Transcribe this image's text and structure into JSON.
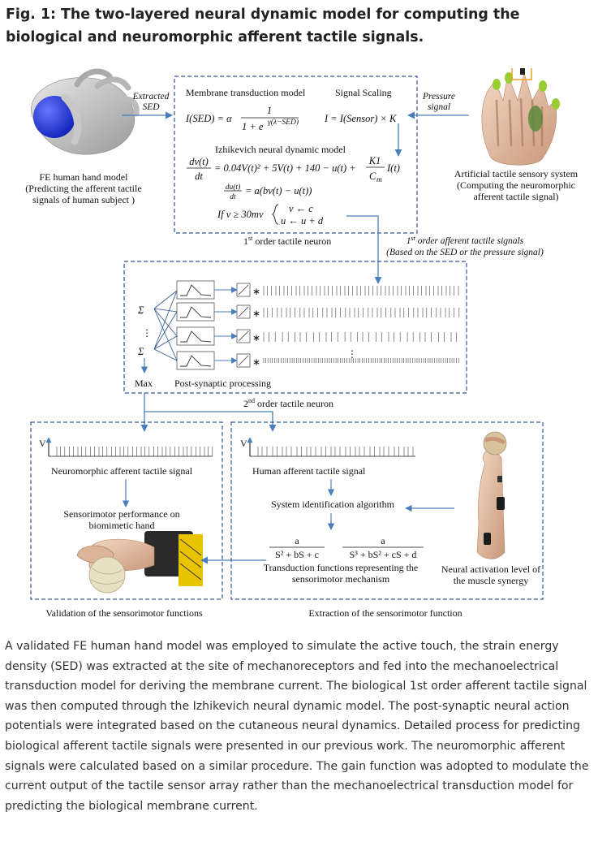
{
  "caption": {
    "title": "Fig. 1: The two-layered neural dynamic model for computing the biological and neuromorphic afferent tactile signals."
  },
  "figure": {
    "left_panel": {
      "label_lines": [
        "FE human hand model",
        "(Predicting the afferent tactile",
        "signals of human subject )"
      ],
      "arrow_label_lines": [
        "Extracted",
        "SED"
      ]
    },
    "first_order": {
      "membrane_title": "Membrane transduction model",
      "scaling_title": "Signal Scaling",
      "membrane_eq_lhs": "I(SED) = α",
      "membrane_eq_num": "1",
      "membrane_eq_den": "1 + e",
      "membrane_eq_exp": "γ(λ−SED)",
      "scaling_eq": "I = I(Sensor) × K",
      "izh_title": "Izhikevich neural dynamic model",
      "dv_num": "dv(t)",
      "dv_den": "dt",
      "dv_rhs": "= 0.04V(t)² + 5V(t) + 140 − u(t) +",
      "k1_num": "K1",
      "k1_den": "C",
      "k1_sub": "m",
      "k1_tail": "I(t)",
      "du_num": "du(t)",
      "du_den": "dt",
      "du_rhs": "= a(bv(t) − u(t))",
      "if_cond": "If v ≥ 30mv",
      "reset_v": "v ← c",
      "reset_u": "u ← u + d",
      "box_label_sup": "st",
      "box_label_num": "1",
      "box_label_tail": " order tactile neuron"
    },
    "right_panel": {
      "arrow_label_lines": [
        "Pressure",
        "signal"
      ],
      "label_lines": [
        "Artificial tactile sensory system",
        "(Computing the neuromorphic",
        "afferent tactile signal)"
      ]
    },
    "first_order_signal_label": {
      "num": "1",
      "sup": "st",
      "line1_tail": " order afferent tactile signals",
      "line2": "(Based on the SED or the pressure signal)"
    },
    "second_order": {
      "sum_symbol": "Σ",
      "dots": "⋮",
      "max_label": "Max",
      "post_label": "Post-synaptic processing",
      "star": "∗",
      "box_label_num": "2",
      "box_label_sup": "nd",
      "box_label_tail": " order tactile neuron"
    },
    "validation": {
      "axis_label": "V",
      "signal_label": "Neuromorphic afferent tactile signal",
      "perf_label_lines": [
        "Sensorimotor performance on",
        "biomimetic hand"
      ],
      "box_label": "Validation of the sensorimotor functions"
    },
    "extraction": {
      "axis_label": "V",
      "signal_label": "Human afferent tactile signal",
      "algo_label": "System identification algorithm",
      "tf1_num": "a",
      "tf1_den": "S² + bS + c",
      "tf2_num": "a",
      "tf2_den": "S³ + bS² + cS + d",
      "tf_caption_lines": [
        "Transduction functions representing the",
        "sensorimotor mechanism"
      ],
      "muscle_label_lines": [
        "Neural activation level of",
        "the muscle synergy"
      ],
      "box_label": "Extraction of the sensorimotor function"
    },
    "colors": {
      "box_border": "#2f5597",
      "arrow": "#4a7ebb",
      "ball_blue": "#2233dd",
      "highlight_orange": "#f0a020",
      "highlight_green": "#9acd32"
    }
  },
  "body": {
    "paragraph": "A validated FE human hand model was employed to simulate the active touch, the strain energy density (SED) was extracted at the site of mechanoreceptors and fed into the mechanoelectrical transduction model for deriving the membrane current. The biological 1st order afferent tactile signal was then computed through the Izhikevich neural dynamic model. The post-synaptic neural action potentials were integrated based on the cutaneous neural dynamics. Detailed process for predicting biological afferent tactile signals were presented in our previous work. The neuromorphic afferent signals were calculated based on a similar procedure. The gain function was adopted to modulate the current output of the tactile sensor array rather than the mechanoelectrical transduction model for predicting the biological membrane current."
  }
}
